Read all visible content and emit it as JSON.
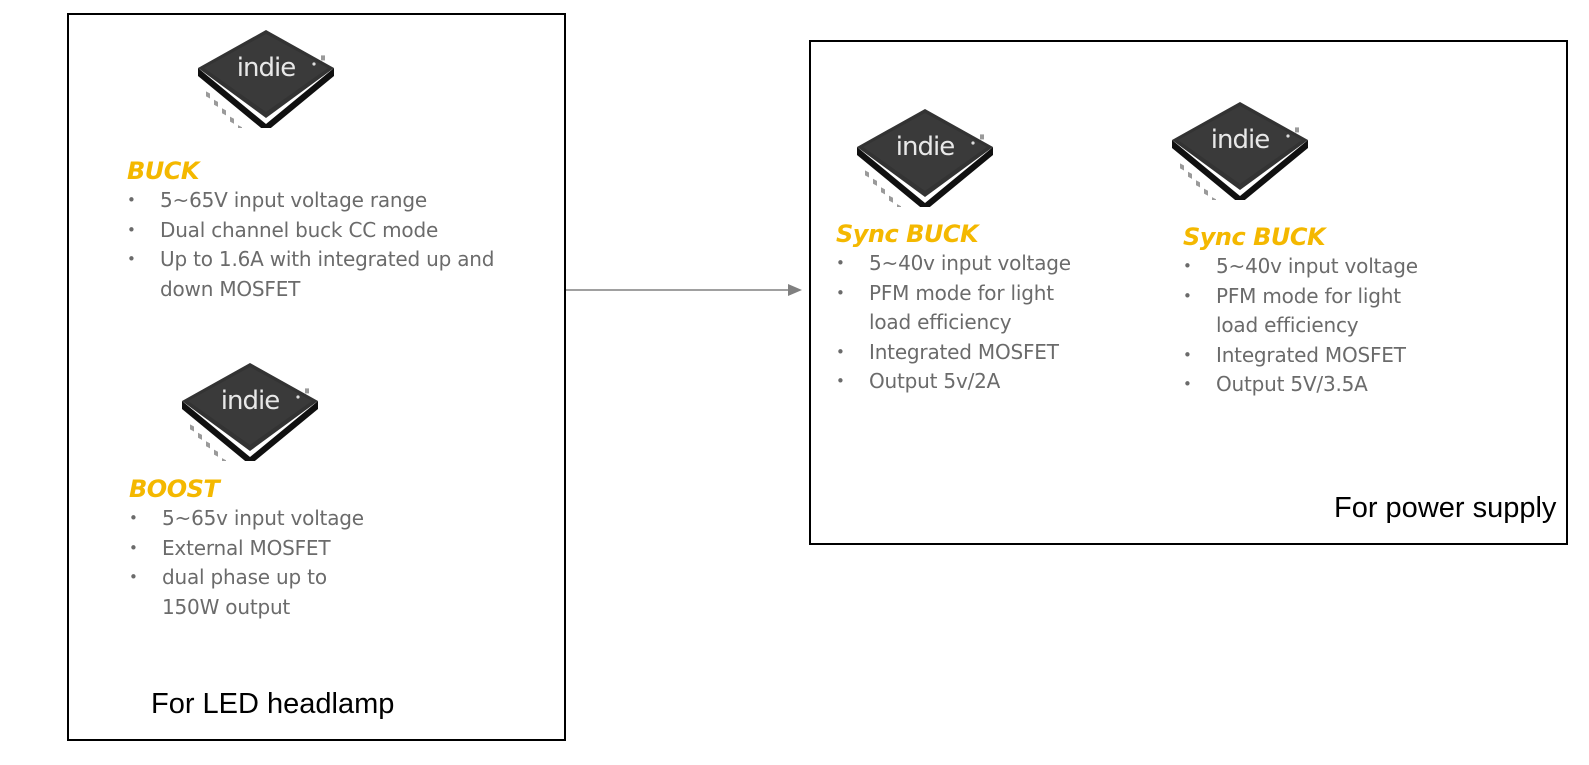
{
  "chip_logo_text": "indie",
  "colors": {
    "heading": "#f4b800",
    "bullet_text": "#6b6b6b",
    "frame": "#000000",
    "arrow": "#808080"
  },
  "left_panel": {
    "caption": "For LED headlamp",
    "buck": {
      "heading": "BUCK",
      "bullets": [
        "5~65V input voltage range",
        "Dual channel buck  CC mode",
        "Up to 1.6A with integrated up and down MOSFET"
      ]
    },
    "boost": {
      "heading": "BOOST",
      "bullets": [
        "5~65v input voltage",
        "External MOSFET",
        "dual phase up to 150W output"
      ]
    }
  },
  "right_panel": {
    "caption": "For power supply",
    "sync_buck_1": {
      "heading": "Sync BUCK",
      "bullets": [
        "5~40v input voltage",
        "PFM mode for light load efficiency",
        "Integrated MOSFET",
        "Output 5v/2A"
      ]
    },
    "sync_buck_2": {
      "heading": "Sync BUCK",
      "bullets": [
        "5~40v input voltage",
        "PFM mode for light load efficiency",
        "Integrated MOSFET",
        "Output 5V/3.5A"
      ]
    }
  }
}
